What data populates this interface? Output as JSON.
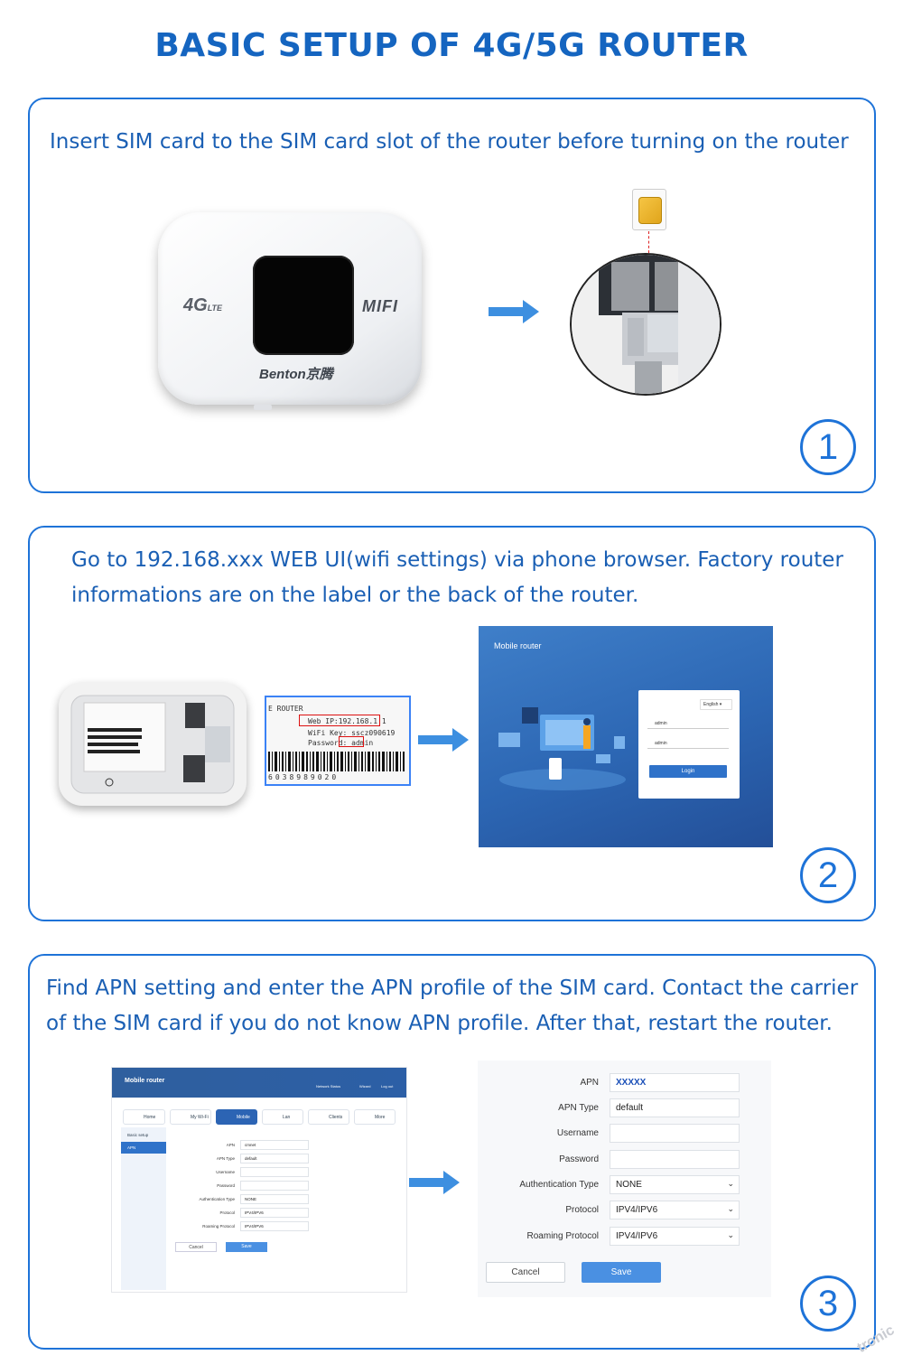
{
  "title": "BASIC SETUP OF 4G/5G ROUTER",
  "steps": [
    {
      "number": "1",
      "text": "Insert SIM card to the SIM card slot of the router before turning on the router",
      "router": {
        "logo_4g": "4G",
        "logo_lte": "LTE",
        "logo_mifi": "MIFI",
        "brand": "Benton京腾"
      }
    },
    {
      "number": "2",
      "text": "Go to 192.168.xxx WEB UI(wifi settings) via phone browser. Factory router informations are on the label or the back of the router.",
      "label": {
        "heading": "E ROUTER",
        "web_ip": "Web IP:192.168.1.1",
        "wifi_key": "WiFi Key: sscz090619",
        "password": "Password: admin",
        "barcode_digits": "6038989020"
      },
      "login": {
        "app_title": "Mobile router",
        "language": "English",
        "username": "admin",
        "password": "admin",
        "login_button": "Login"
      }
    },
    {
      "number": "3",
      "text": "Find APN setting and enter the APN profile of the SIM card. Contact the carrier of the SIM card if you do not know APN profile.  After that, restart the router.",
      "small_ui": {
        "app_title": "Mobile router",
        "header_items": [
          "Network Status",
          "Wizard",
          "Log out"
        ],
        "tabs": [
          "Home",
          "My Wi-Fi",
          "Mobile",
          "Lan",
          "Clients",
          "More"
        ],
        "sidebar": [
          "Basic setup",
          "APN"
        ],
        "rows": [
          {
            "label": "APN",
            "value": "cmnet"
          },
          {
            "label": "APN Type",
            "value": "default"
          },
          {
            "label": "Username",
            "value": ""
          },
          {
            "label": "Password",
            "value": ""
          },
          {
            "label": "Authentication Type",
            "value": "NONE"
          },
          {
            "label": "Protocol",
            "value": "IPV4/IPV6"
          },
          {
            "label": "Roaming Protocol",
            "value": "IPV4/IPV6"
          }
        ],
        "cancel": "Cancel",
        "save": "Save"
      },
      "big_ui": {
        "rows": [
          {
            "label": "APN",
            "value": "XXXXX"
          },
          {
            "label": "APN Type",
            "value": "default"
          },
          {
            "label": "Username",
            "value": ""
          },
          {
            "label": "Password",
            "value": ""
          },
          {
            "label": "Authentication Type",
            "value": "NONE"
          },
          {
            "label": "Protocol",
            "value": "IPV4/IPV6"
          },
          {
            "label": "Roaming Protocol",
            "value": "IPV4/IPV6"
          }
        ],
        "cancel": "Cancel",
        "save": "Save"
      }
    }
  ],
  "watermark": "tronic",
  "colors": {
    "accent": "#1e73d8",
    "title": "#1565c0",
    "arrow": "#3d8fe0"
  }
}
